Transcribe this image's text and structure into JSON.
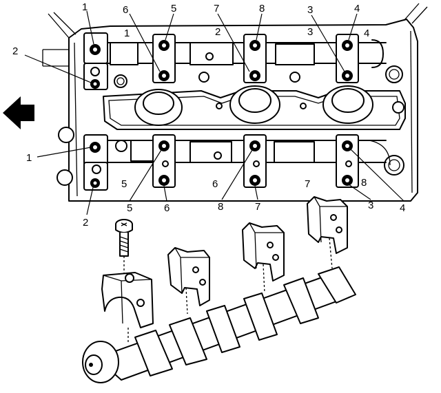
{
  "diagram": {
    "callouts_top_row": [
      "1",
      "6",
      "5",
      "7",
      "8",
      "3",
      "4"
    ],
    "callouts_left": [
      "2",
      "1",
      "2"
    ],
    "callouts_bottom_row": [
      "5",
      "6",
      "8",
      "7",
      "3",
      "4"
    ],
    "cap_marks_top": [
      "1",
      "2",
      "3",
      "4"
    ],
    "cap_marks_bottom": [
      "5",
      "6",
      "7",
      "8"
    ]
  }
}
